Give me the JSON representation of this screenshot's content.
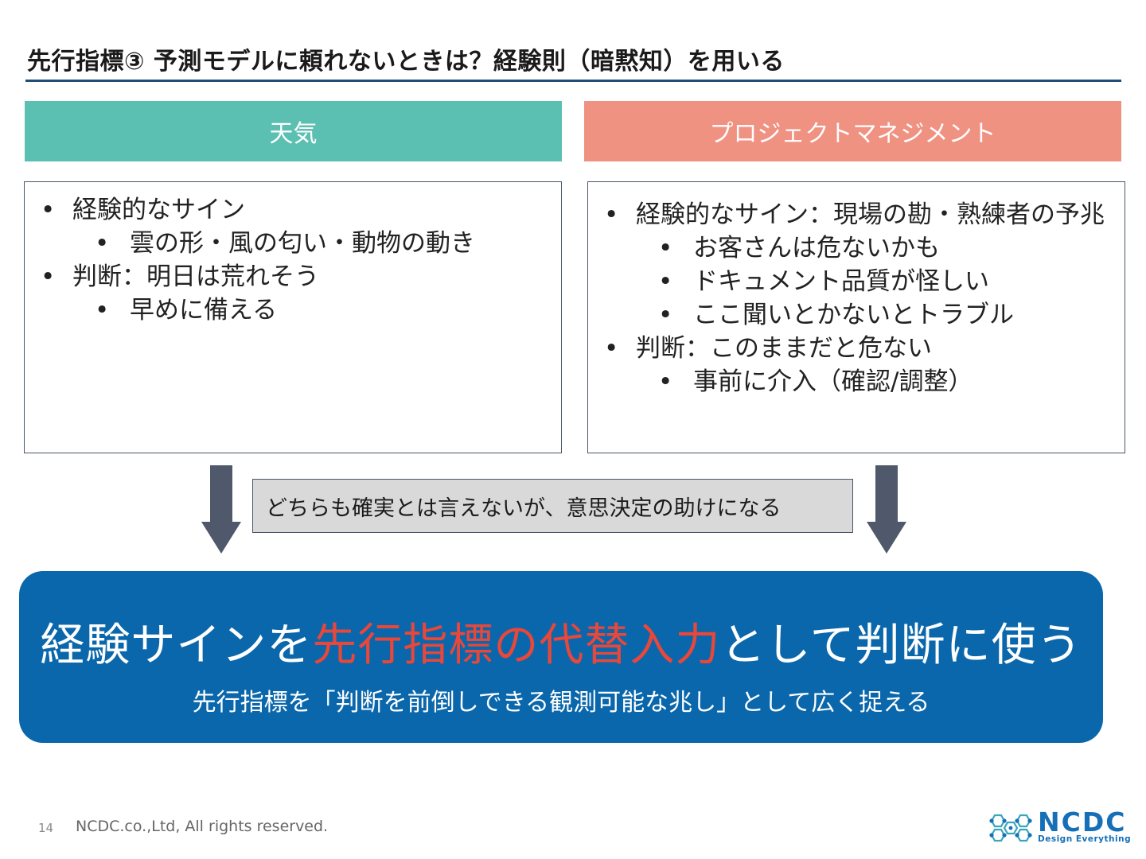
{
  "slide": {
    "title": "先行指標③ 予測モデルに頼れないときは？経験則（暗黙知）を用いる",
    "page_number": "14",
    "copyright": "NCDC.co.,Ltd, All rights reserved."
  },
  "colors": {
    "title_rule": "#1f4e79",
    "left_header": "#5bbfb2",
    "right_header": "#f09282",
    "arrow": "#4f596b",
    "banner": "#0a67ab",
    "highlight": "#e8473a",
    "note_bg": "#d9d9d9"
  },
  "left": {
    "header": "天気",
    "items": [
      {
        "text": "経験的なサイン",
        "sub": [
          "雲の形・風の匂い・動物の動き"
        ]
      },
      {
        "text": "判断：明日は荒れそう",
        "sub": [
          "早めに備える"
        ]
      }
    ]
  },
  "right": {
    "header": "プロジェクトマネジメント",
    "items": [
      {
        "text": "経験的なサイン：現場の勘・熟練者の予兆",
        "sub": [
          "お客さんは危ないかも",
          "ドキュメント品質が怪しい",
          "ここ聞いとかないとトラブル"
        ]
      },
      {
        "text": "判断：このままだと危ない",
        "sub": [
          "事前に介入（確認/調整）"
        ]
      }
    ]
  },
  "note": "どちらも確実とは言えないが、意思決定の助けになる",
  "banner": {
    "main_before": "経験サインを",
    "main_highlight": "先行指標の代替入力",
    "main_after": "として判断に使う",
    "sub": "先行指標を「判断を前倒しできる観測可能な兆し」として広く捉える"
  },
  "logo": {
    "wordmark": "NCDC",
    "tagline": "Design Everything",
    "icon": "molecule-logo-icon"
  }
}
